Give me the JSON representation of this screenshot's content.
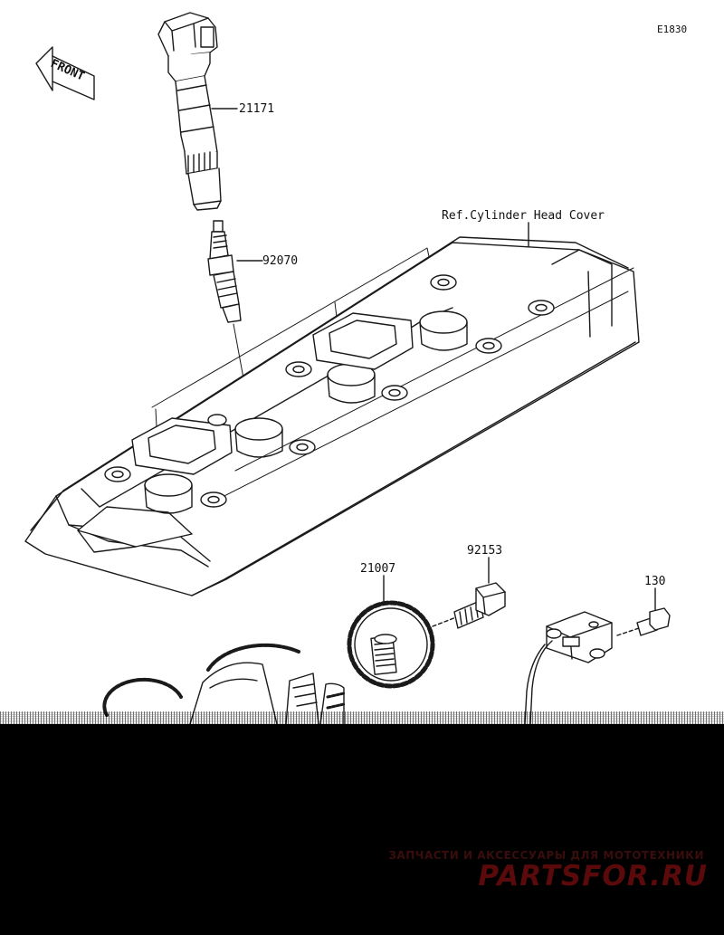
{
  "diagram_code": "E1830",
  "front_label": "FRONT",
  "reference_label": "Ref.Cylinder Head Cover",
  "parts": {
    "ignition_coil": "21171",
    "spark_plug": "92070",
    "sprocket": "21007",
    "flange_bolt": "92153",
    "sensor_bolt": "130"
  },
  "watermark": {
    "subtitle": "ЗАПЧАСТИ И АКСЕССУАРЫ ДЛЯ МОТОТЕХНИКИ",
    "logo": "PARTSFOR.RU"
  }
}
